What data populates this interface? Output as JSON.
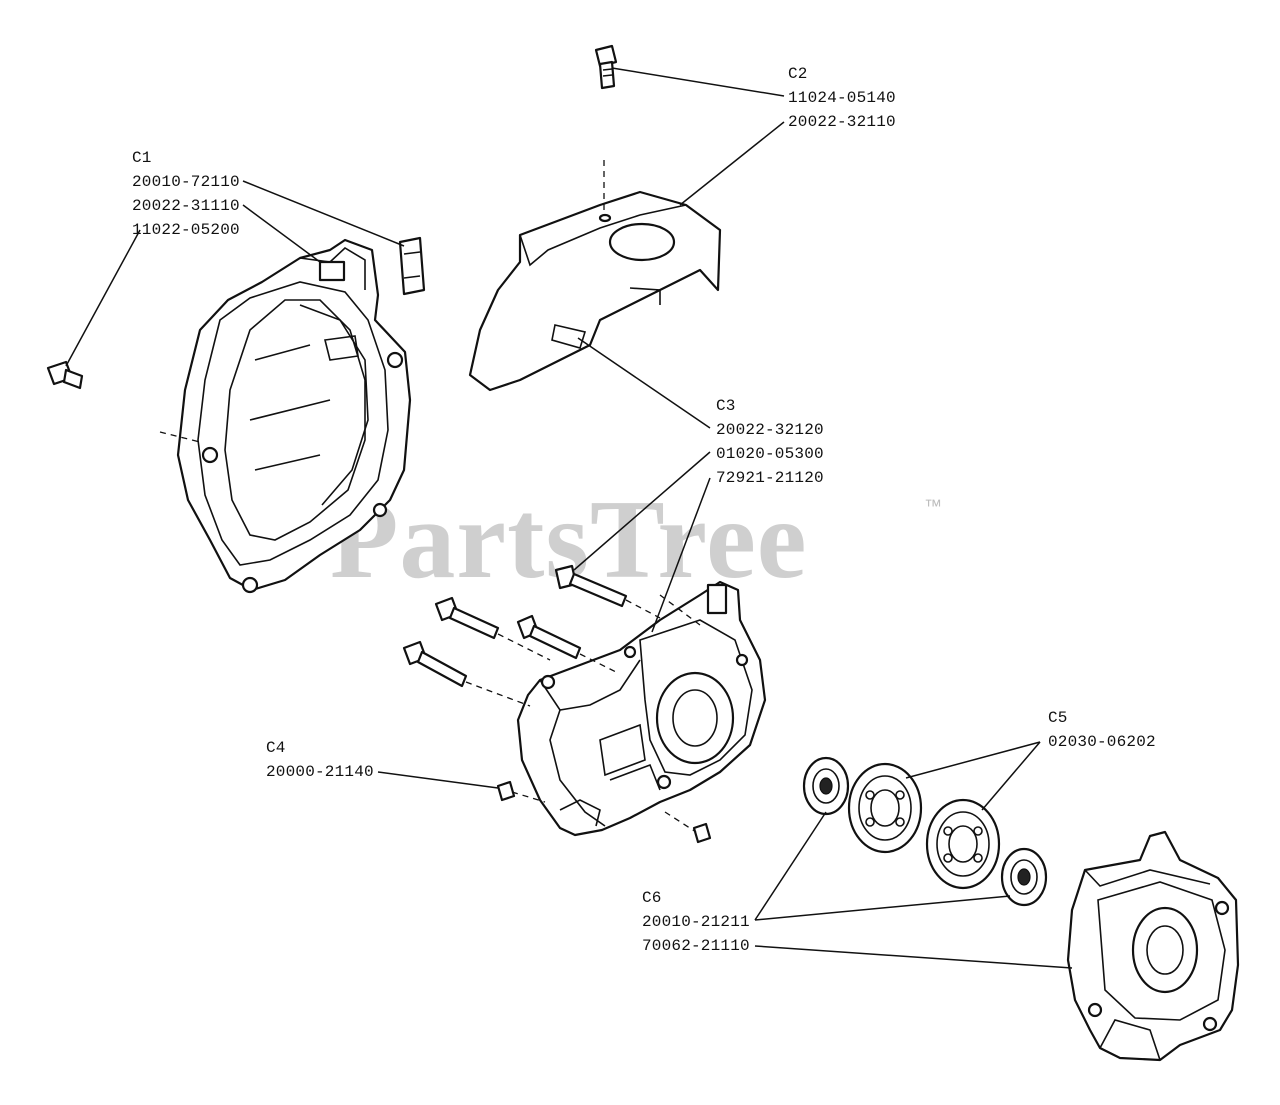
{
  "watermark": {
    "text": "PartsTree",
    "trademark": "™"
  },
  "callouts": {
    "c1": {
      "ref": "C1",
      "parts": [
        "20010-72110",
        "20022-31110",
        "11022-05200"
      ]
    },
    "c2": {
      "ref": "C2",
      "parts": [
        "11024-05140",
        "20022-32110"
      ]
    },
    "c3": {
      "ref": "C3",
      "parts": [
        "20022-32120",
        "01020-05300",
        "72921-21120"
      ]
    },
    "c4": {
      "ref": "C4",
      "parts": [
        "20000-21140"
      ]
    },
    "c5": {
      "ref": "C5",
      "parts": [
        "02030-06202"
      ]
    },
    "c6": {
      "ref": "C6",
      "parts": [
        "20010-21211",
        "70062-21110"
      ]
    }
  }
}
